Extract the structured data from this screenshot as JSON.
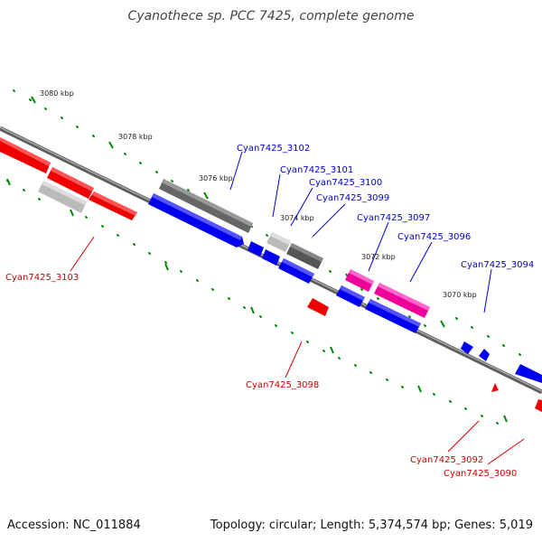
{
  "title": "Cyanothece sp. PCC 7425, complete genome",
  "footer": {
    "accession": "Accession: NC_011884",
    "summary": "Topology: circular; Length: 5,374,574 bp; Genes: 5,019"
  },
  "ticks": [
    "3080 kbp",
    "3078 kbp",
    "3076 kbp",
    "3074 kbp",
    "3072 kbp",
    "3070 kbp"
  ],
  "gene_labels": {
    "g3103": "Cyan7425_3103",
    "g3102": "Cyan7425_3102",
    "g3101": "Cyan7425_3101",
    "g3100": "Cyan7425_3100",
    "g3099": "Cyan7425_3099",
    "g3098": "Cyan7425_3098",
    "g3097": "Cyan7425_3097",
    "g3096": "Cyan7425_3096",
    "g3094": "Cyan7425_3094",
    "g3092": "Cyan7425_3092",
    "g3090": "Cyan7425_3090"
  },
  "colors": {
    "backbone": "#7a7a7a",
    "blue_gene": "#0000ee",
    "red_gene": "#ee0000",
    "grey_gene": "#666666",
    "light_grey_gene": "#bbbbbb",
    "pink_gene": "#ee0099",
    "tick_green": "#008800",
    "label_blue": "#0000cc",
    "label_red": "#cc0000"
  }
}
